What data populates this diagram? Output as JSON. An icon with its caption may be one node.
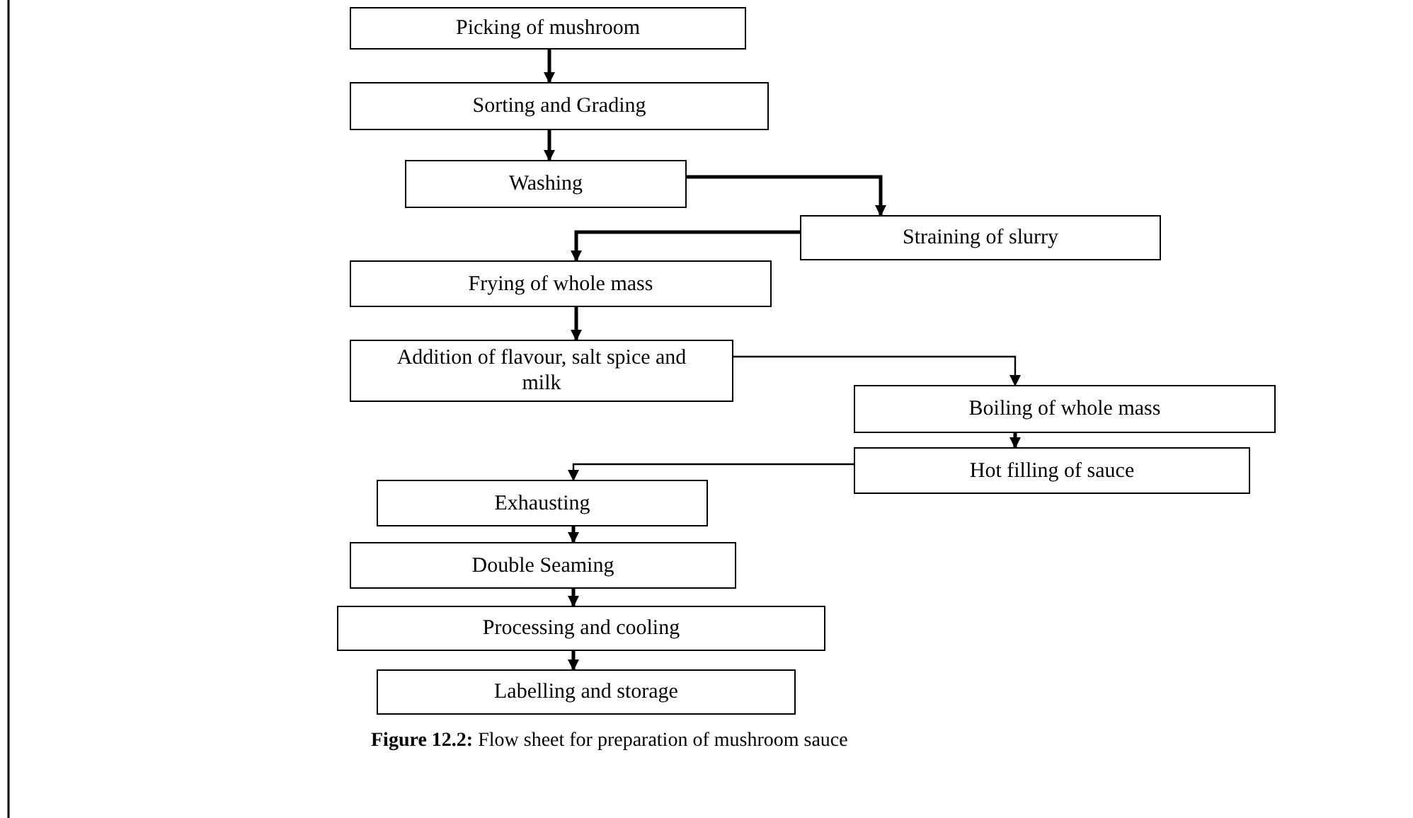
{
  "diagram": {
    "caption": "**Figure 12.2:** Flow sheet for preparation of mushroom sauce",
    "nodes": [
      {
        "text": [
          "Picking of mushroom"
        ]
      },
      {
        "text": [
          "Sorting and Grading"
        ]
      },
      {
        "text": [
          "Washing"
        ]
      },
      {
        "text": [
          "Straining of slurry"
        ]
      },
      {
        "text": [
          "Frying of whole mass"
        ]
      },
      {
        "text": [
          "Addition of flavour, salt spice and milk"
        ]
      },
      {
        "text": [
          "Boiling of whole mass"
        ]
      },
      {
        "text": [
          "Hot filling of sauce"
        ]
      },
      {
        "text": [
          "Exhausting"
        ]
      },
      {
        "text": [
          "Double Seaming"
        ]
      },
      {
        "text": [
          "Processing and cooling"
        ]
      },
      {
        "text": [
          "Labelling and storage"
        ]
      }
    ],
    "edges": [
      {
        "from": 0,
        "to": 1,
        "arrow": "to"
      },
      {
        "from": 1,
        "to": 2,
        "arrow": "to"
      },
      {
        "from": 2,
        "to": 3,
        "arrow": "to"
      },
      {
        "from": 3,
        "to": 4,
        "arrow": "to"
      },
      {
        "from": 4,
        "to": 5,
        "arrow": "to"
      },
      {
        "from": 5,
        "to": 6,
        "arrow": "to"
      },
      {
        "from": 6,
        "to": 7,
        "arrow": "to"
      },
      {
        "from": 7,
        "to": 8,
        "arrow": "to"
      },
      {
        "from": 8,
        "to": 9,
        "arrow": "to"
      },
      {
        "from": 9,
        "to": 10,
        "arrow": "to"
      },
      {
        "from": 10,
        "to": 11,
        "arrow": "to"
      }
    ]
  }
}
